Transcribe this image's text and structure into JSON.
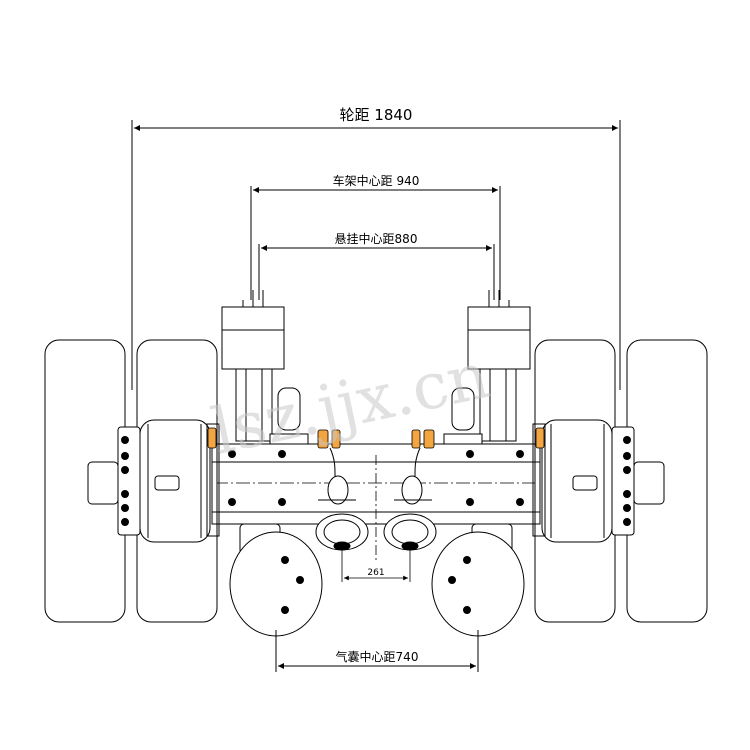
{
  "dimensions": {
    "wheel_track": "轮距 1840",
    "frame_center": "车架中心距 940",
    "suspension_center": "悬挂中心距880",
    "airbag_spacing": "261",
    "airbag_center": "气囊中心距740"
  },
  "watermark": "lsz.jjx.cn",
  "colors": {
    "line": "#000000",
    "accent_orange": "#f2a541",
    "watermark": "#c9c9c9"
  }
}
